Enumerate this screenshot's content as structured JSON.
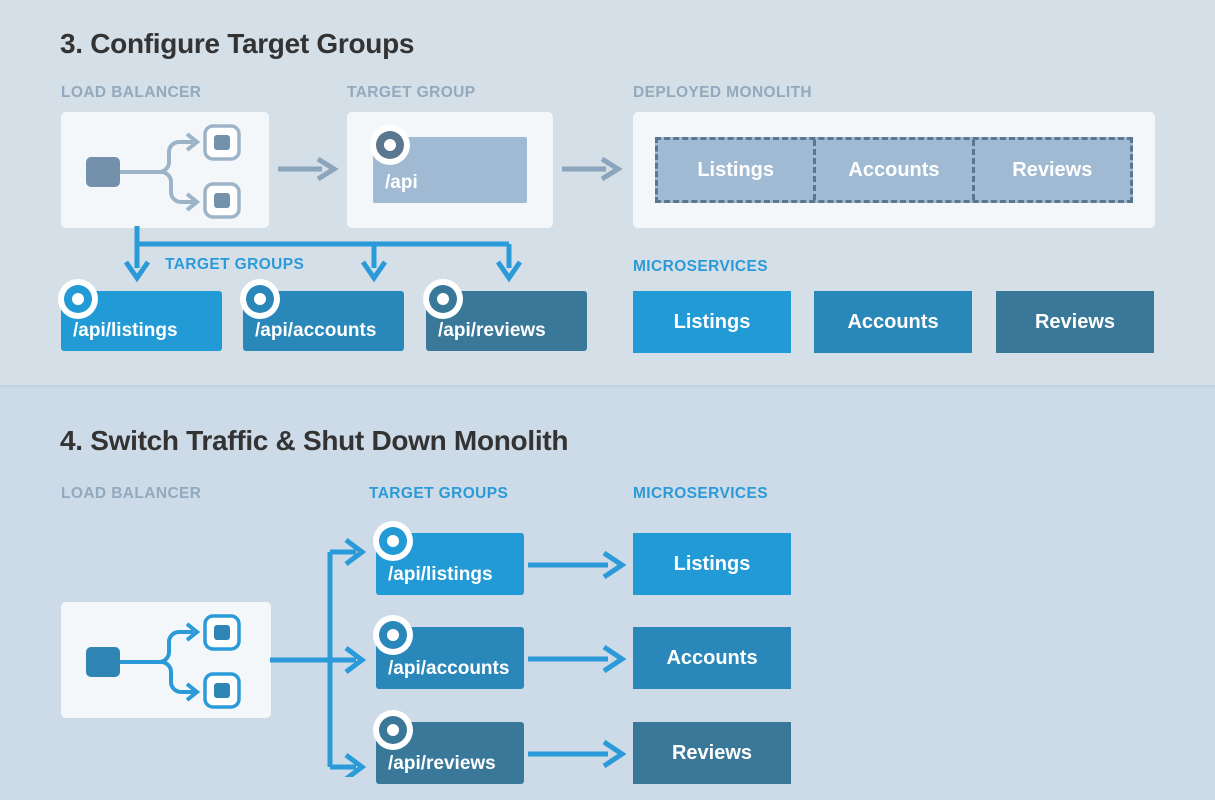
{
  "theme": {
    "bg_top": "#d5dfe7",
    "bg_bottom": "#ccdbe7",
    "heading_color": "#333333",
    "caption_muted": "#93a9bd",
    "caption_blue": "#2b9ad8",
    "arrow_gray": "#8ba5bd",
    "arrow_blue": "#2b9ad8",
    "panel_bg": "#f4f7f9",
    "monolith_fill": "#9fbad2",
    "monolith_dash": "#5b768f",
    "lb_icon_gray": "#7491ac",
    "lb_icon_blue": "#2f86b5"
  },
  "section3": {
    "heading": "3. Configure Target Groups",
    "captions": {
      "load_balancer": "LOAD BALANCER",
      "target_group": "TARGET GROUP",
      "deployed_monolith": "DEPLOYED MONOLITH",
      "target_groups": "TARGET GROUPS",
      "microservices": "MICROSERVICES"
    },
    "target_group": {
      "label": "/api",
      "color": "#9fbad2"
    },
    "monolith_segments": [
      {
        "label": "Listings"
      },
      {
        "label": "Accounts"
      },
      {
        "label": "Reviews"
      }
    ],
    "target_groups": [
      {
        "label": "/api/listings",
        "color": "#229ad6"
      },
      {
        "label": "/api/accounts",
        "color": "#2a87b9"
      },
      {
        "label": "/api/reviews",
        "color": "#3a7899"
      }
    ],
    "microservices": [
      {
        "label": "Listings",
        "color": "#229ad6"
      },
      {
        "label": "Accounts",
        "color": "#2a87b9"
      },
      {
        "label": "Reviews",
        "color": "#3a7899"
      }
    ]
  },
  "section4": {
    "heading": "4. Switch Traffic & Shut Down Monolith",
    "captions": {
      "load_balancer": "LOAD BALANCER",
      "target_groups": "TARGET GROUPS",
      "microservices": "MICROSERVICES"
    },
    "rows": [
      {
        "target_group": "/api/listings",
        "service": "Listings",
        "color": "#229ad6"
      },
      {
        "target_group": "/api/accounts",
        "service": "Accounts",
        "color": "#2a87b9"
      },
      {
        "target_group": "/api/reviews",
        "service": "Reviews",
        "color": "#3a7899"
      }
    ]
  },
  "icons": {
    "target": "target-bullseye-icon",
    "load_balancer": "load-balancer-icon",
    "arrow": "arrow-right-icon"
  }
}
